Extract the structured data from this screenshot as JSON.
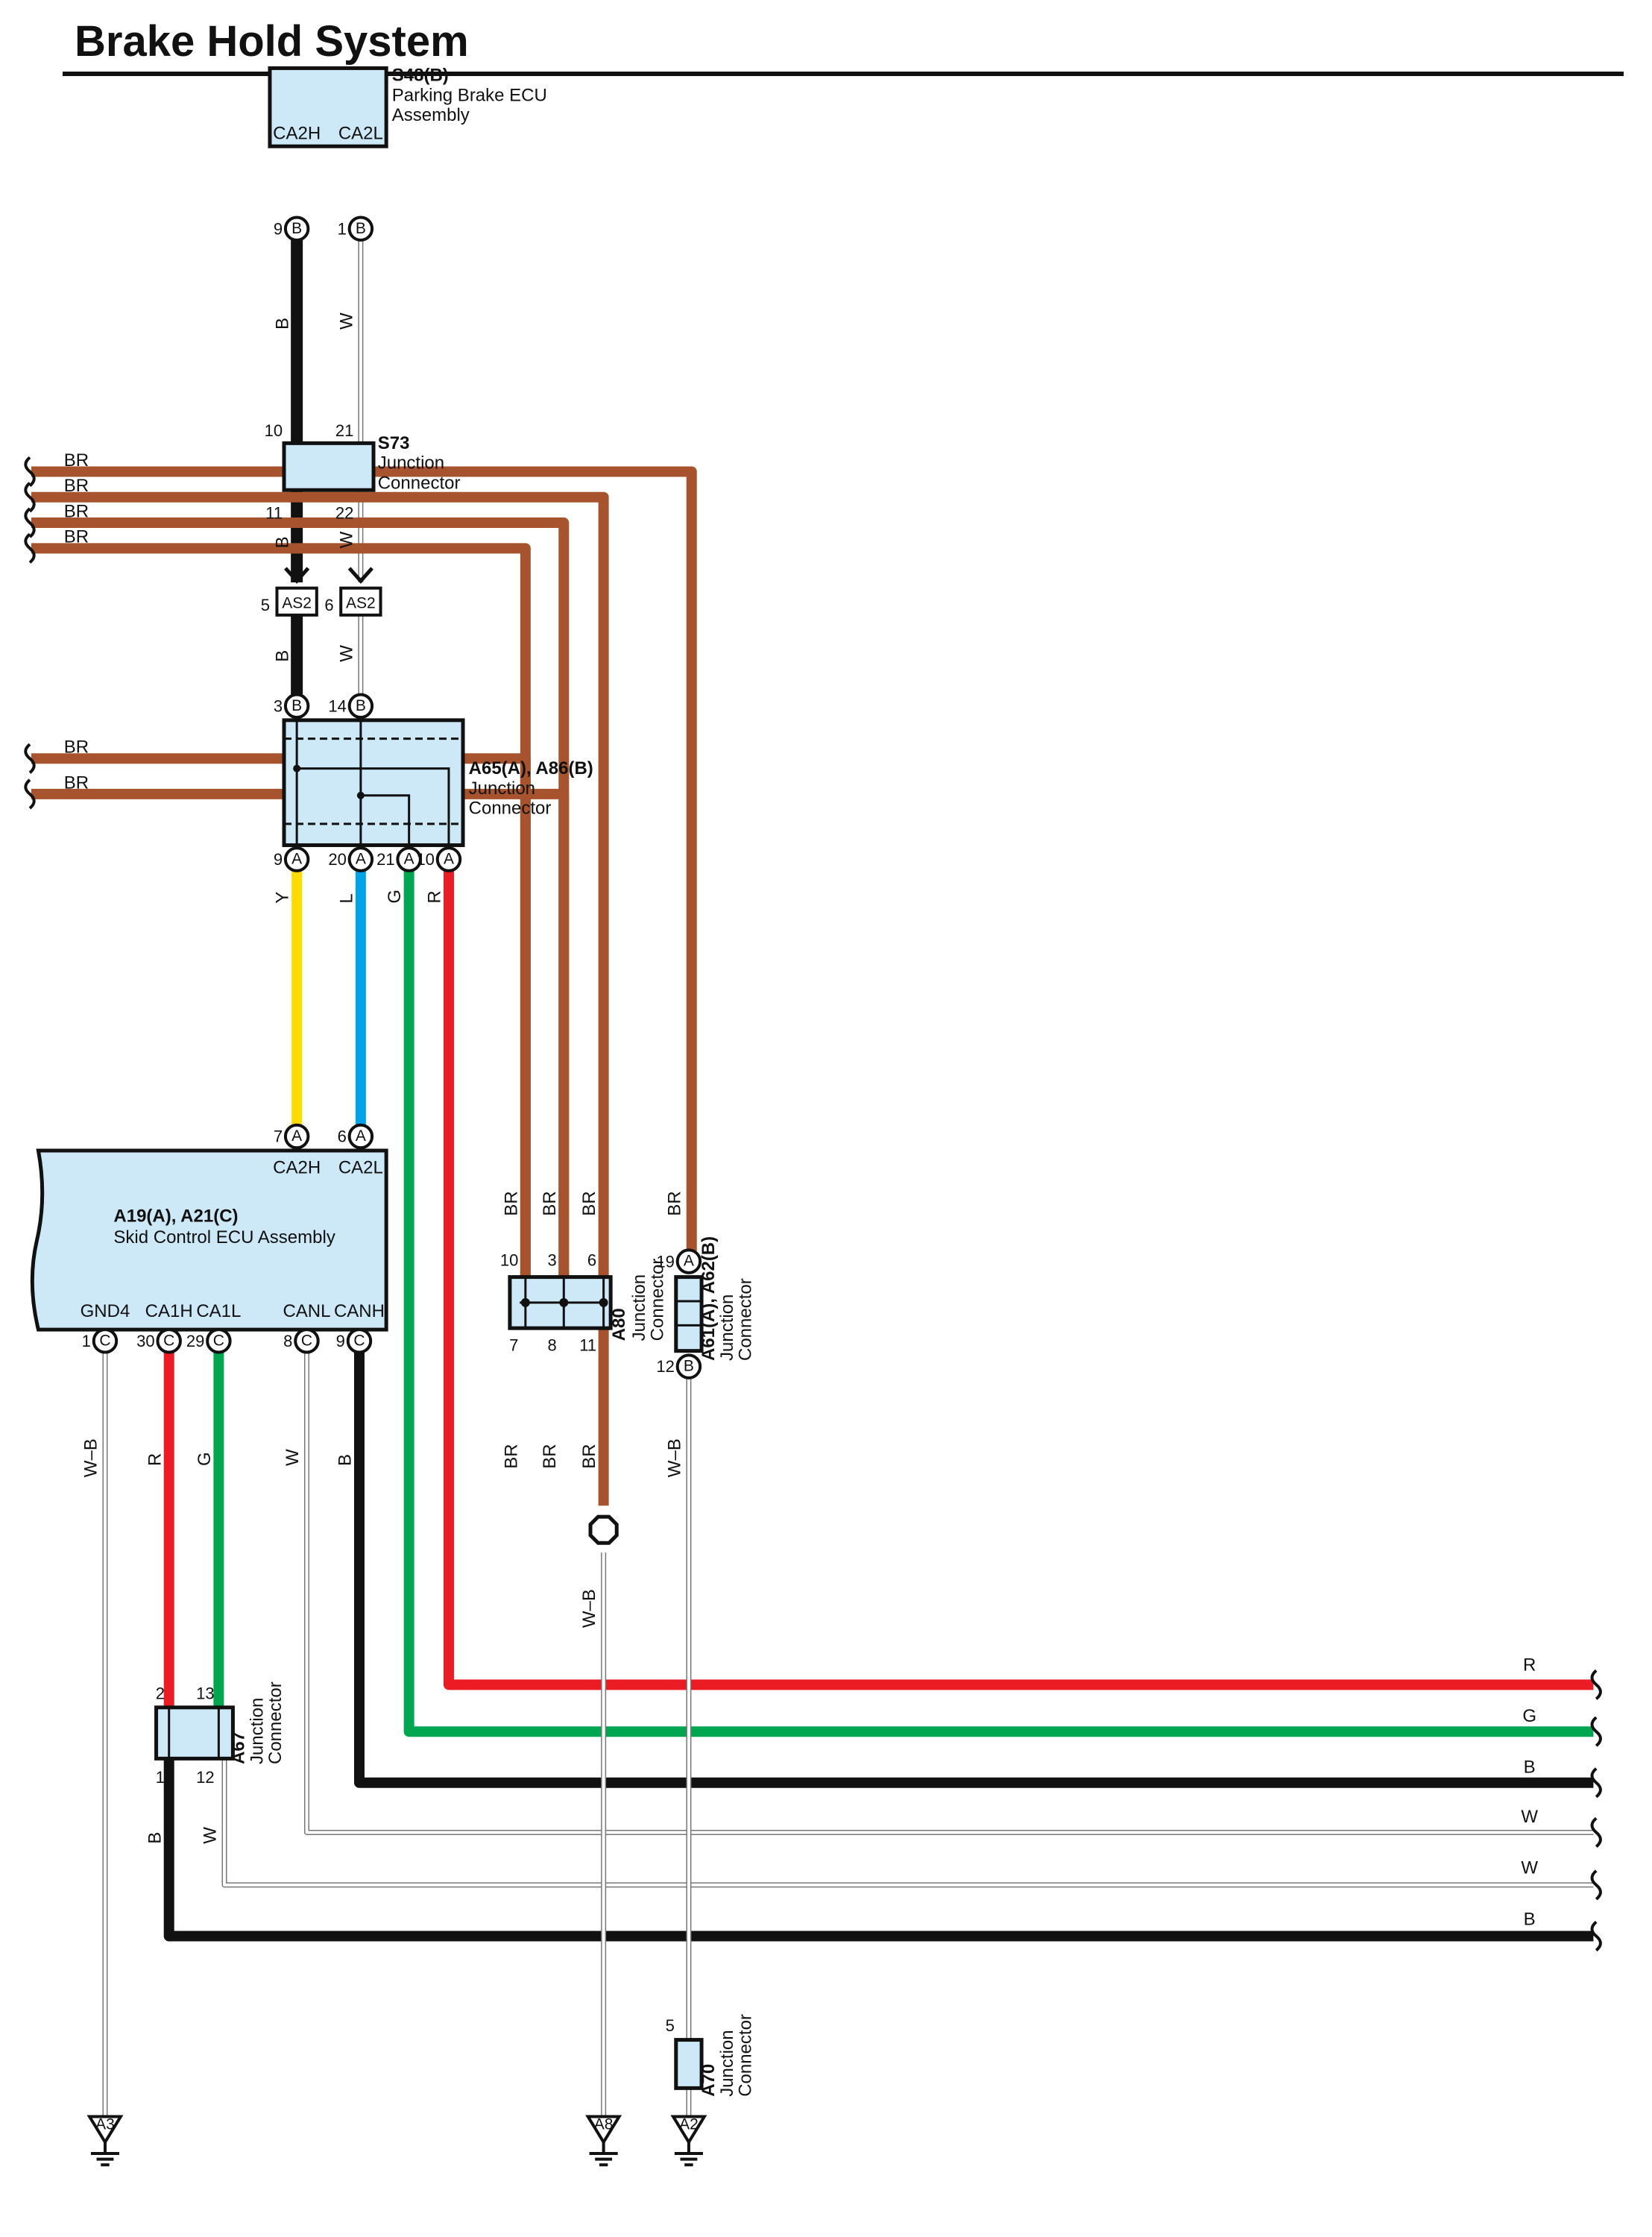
{
  "title": "Brake Hold System",
  "colors": {
    "B": "#111111",
    "W": "#ffffff",
    "BR": "#a6532e",
    "Y": "#ffdb00",
    "L": "#00a3e8",
    "G": "#00a650",
    "R": "#ec1c24",
    "component_fill": "#cde8f7"
  },
  "components": {
    "s48": {
      "id": "S48(B)",
      "name_line1": "Parking Brake ECU",
      "name_line2": "Assembly",
      "term1": "CA2H",
      "term2": "CA2L",
      "pin1": "9",
      "pin2": "1",
      "conn": "B"
    },
    "s73": {
      "id": "S73",
      "name_line1": "Junction",
      "name_line2": "Connector",
      "pin_tl": "10",
      "pin_tr": "21",
      "pin_bl": "11",
      "pin_br": "22"
    },
    "as2": {
      "label": "AS2",
      "pin_l": "5",
      "pin_r": "6"
    },
    "a65": {
      "id": "A65(A), A86(B)",
      "name_line1": "Junction",
      "name_line2": "Connector",
      "top_pins": [
        "3",
        "14"
      ],
      "top_conn": "B",
      "bottom_pins": [
        "9",
        "20",
        "21",
        "10"
      ],
      "bottom_conn": "A"
    },
    "a19": {
      "id": "A19(A), A21(C)",
      "name": "Skid Control ECU Assembly",
      "top_terms": [
        "CA2H",
        "CA2L"
      ],
      "top_pins": [
        "7",
        "6"
      ],
      "top_conn": "A",
      "bottom_terms": [
        "GND4",
        "CA1H",
        "CA1L",
        "CANL",
        "CANH"
      ],
      "bottom_pins": [
        "1",
        "30",
        "29",
        "8",
        "9"
      ],
      "bottom_conn": "C"
    },
    "a80": {
      "id": "A80",
      "name_line1": "Junction",
      "name_line2": "Connector",
      "top_pins": [
        "10",
        "3",
        "6"
      ],
      "bottom_pins": [
        "7",
        "8",
        "11"
      ]
    },
    "a61": {
      "id": "A61(A), A62(B)",
      "name_line1": "Junction",
      "name_line2": "Connector",
      "top_pin": "19",
      "top_conn": "A",
      "bottom_pin": "12",
      "bottom_conn": "B"
    },
    "a67": {
      "id": "A67",
      "name_line1": "Junction",
      "name_line2": "Connector",
      "pins": [
        "2",
        "13",
        "1",
        "12"
      ]
    },
    "a70": {
      "id": "A70",
      "name_line1": "Junction",
      "name_line2": "Connector",
      "pin": "5"
    }
  },
  "grounds": [
    "A3",
    "A8",
    "A2"
  ],
  "wire_labels": {
    "s48_to_s73": [
      "B",
      "W"
    ],
    "s73_to_as2": [
      "B",
      "W"
    ],
    "as2_to_a65": [
      "B",
      "W"
    ],
    "a65_out": [
      "Y",
      "L",
      "G",
      "R"
    ],
    "left_br": [
      "BR",
      "BR",
      "BR",
      "BR",
      "BR",
      "BR"
    ],
    "a80_top": [
      "BR",
      "BR",
      "BR"
    ],
    "a80_bottom": [
      "BR",
      "BR",
      "BR"
    ],
    "a61_top": "BR",
    "a61_bottom": "W–B",
    "a80_ground": "W–B",
    "a19_bottom": [
      "W–B",
      "R",
      "G",
      "W",
      "B"
    ],
    "a67_bottom": [
      "B",
      "W"
    ],
    "right_bus": [
      "R",
      "G",
      "B",
      "W",
      "W",
      "B"
    ]
  }
}
